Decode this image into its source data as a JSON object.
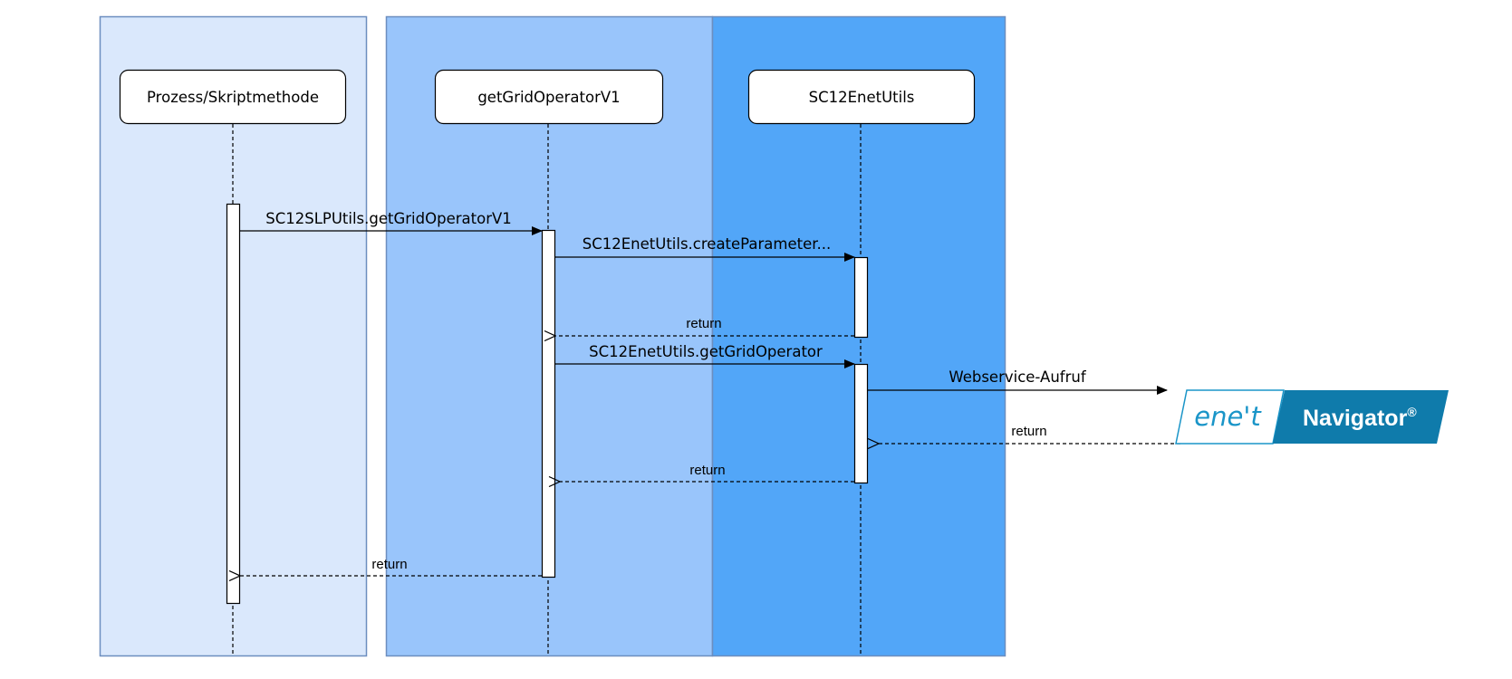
{
  "participants": [
    {
      "name": "Prozess/Skriptmethode"
    },
    {
      "name": "getGridOperatorV1"
    },
    {
      "name": "SC12EnetUtils"
    }
  ],
  "messages": {
    "m1": "SC12SLPUtils.getGridOperatorV1",
    "m2": "SC12EnetUtils.createParameter...",
    "r2": "return",
    "m3": "SC12EnetUtils.getGridOperator",
    "m4": "Webservice-Aufruf",
    "r4": "return",
    "r3": "return",
    "r1": "return"
  },
  "external_system": {
    "logo_text": "ene't",
    "name": "Navigator",
    "mark": "®"
  },
  "colors": {
    "lane1_fill": "#dae8fc",
    "lane2_fill": "#99c5fb",
    "lane3_fill": "#52a6f8",
    "lane_border": "#6c8ebf",
    "navigator_blue": "#0f7bab",
    "ene_blue": "#1a95c8"
  }
}
